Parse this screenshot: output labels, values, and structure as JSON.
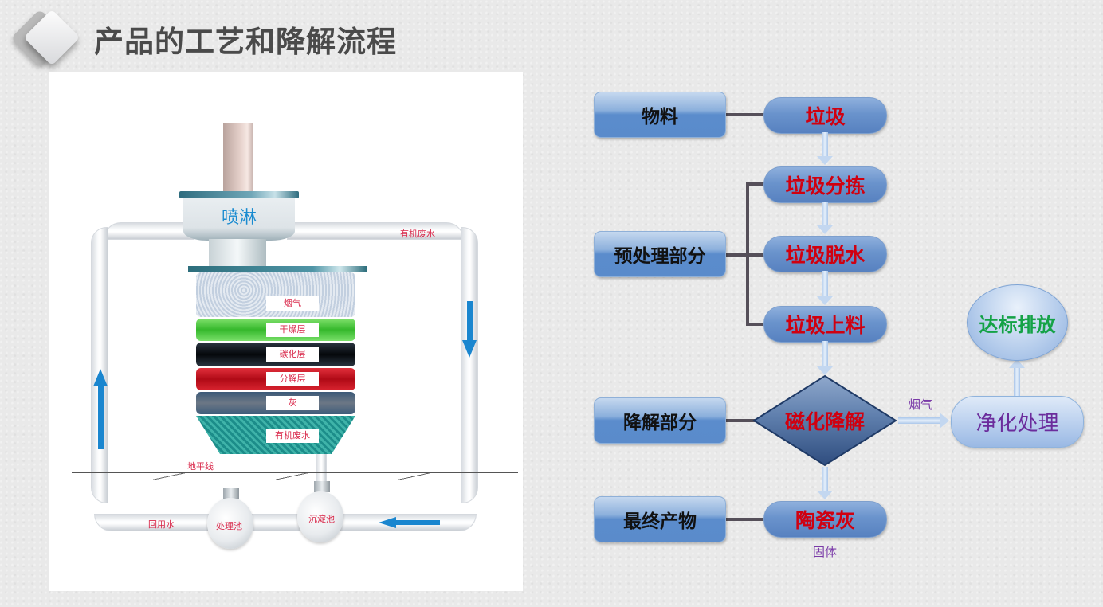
{
  "header": {
    "title": "产品的工艺和降解流程"
  },
  "equipment_diagram": {
    "spray_label": "喷淋",
    "pipe_label_top_right": "有机废水",
    "layers": [
      {
        "label": "烟气",
        "color": "#c9d6e6"
      },
      {
        "label": "干燥层",
        "color": "#4fd04a"
      },
      {
        "label": "碳化层",
        "color": "#111a22"
      },
      {
        "label": "分解层",
        "color": "#c8101c"
      },
      {
        "label": "灰",
        "color": "#5f6b79"
      },
      {
        "label": "有机废水",
        "color": "#2aa198"
      }
    ],
    "ground_label": "地平线",
    "return_water_label": "回用水",
    "tanks": [
      {
        "label": "处理池"
      },
      {
        "label": "沉淀池"
      }
    ],
    "flow_colors": {
      "arrow": "#1a86cf",
      "label": "#d9284a"
    }
  },
  "flowchart": {
    "categories": [
      {
        "label": "物料"
      },
      {
        "label": "预处理部分"
      },
      {
        "label": "降解部分"
      },
      {
        "label": "最终产物"
      }
    ],
    "steps": [
      {
        "label": "垃圾"
      },
      {
        "label": "垃圾分拣"
      },
      {
        "label": "垃圾脱水"
      },
      {
        "label": "垃圾上料"
      }
    ],
    "decision": {
      "label": "磁化降解"
    },
    "final_product": {
      "label": "陶瓷灰",
      "note": "固体"
    },
    "gas_branch": {
      "edge_label": "烟气",
      "process": "净化处理",
      "result": "达标排放"
    },
    "colors": {
      "step_text": "#d00010",
      "category_text": "#111111",
      "process_text": "#6b2c9c",
      "result_text": "#14a246",
      "note_text": "#7a3aa8"
    }
  }
}
